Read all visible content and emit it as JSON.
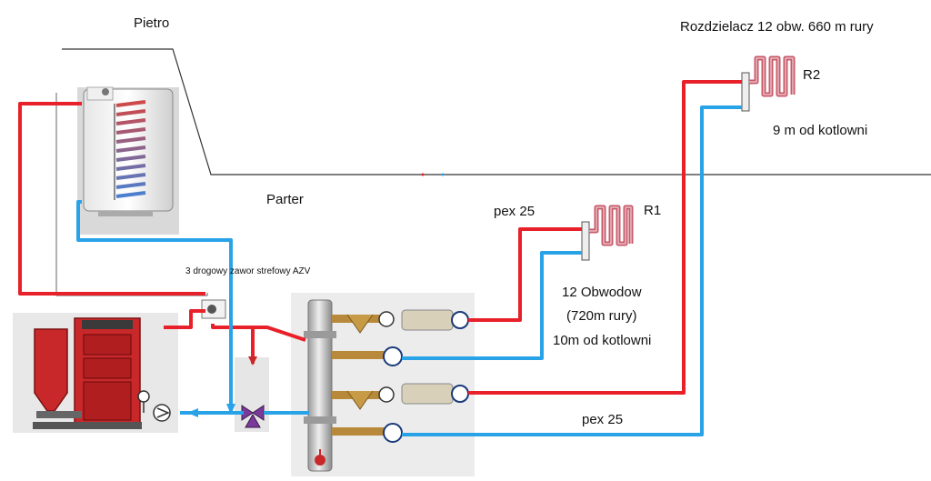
{
  "labels": {
    "upper_floor": "Pietro",
    "ground_floor": "Parter",
    "distributor_r2": "Rozdzielacz 12 obw.  660 m rury",
    "r2": "R2",
    "r2_distance": "9 m od kotlowni",
    "r1": "R1",
    "pex_top": "pex 25",
    "pex_bottom": "pex 25",
    "circuits": "12 Obwodow",
    "pipe_length": "(720m rury)",
    "r1_distance": "10m od kotlowni",
    "zone_valve": "3 drogowy zawor strefowy AZV"
  },
  "colors": {
    "supply": "#e8202a",
    "return": "#29a3e8",
    "boiler": "#c8282a",
    "floor_line": "#333333",
    "valve": "#7a3a9a",
    "brass": "#b8893a"
  }
}
